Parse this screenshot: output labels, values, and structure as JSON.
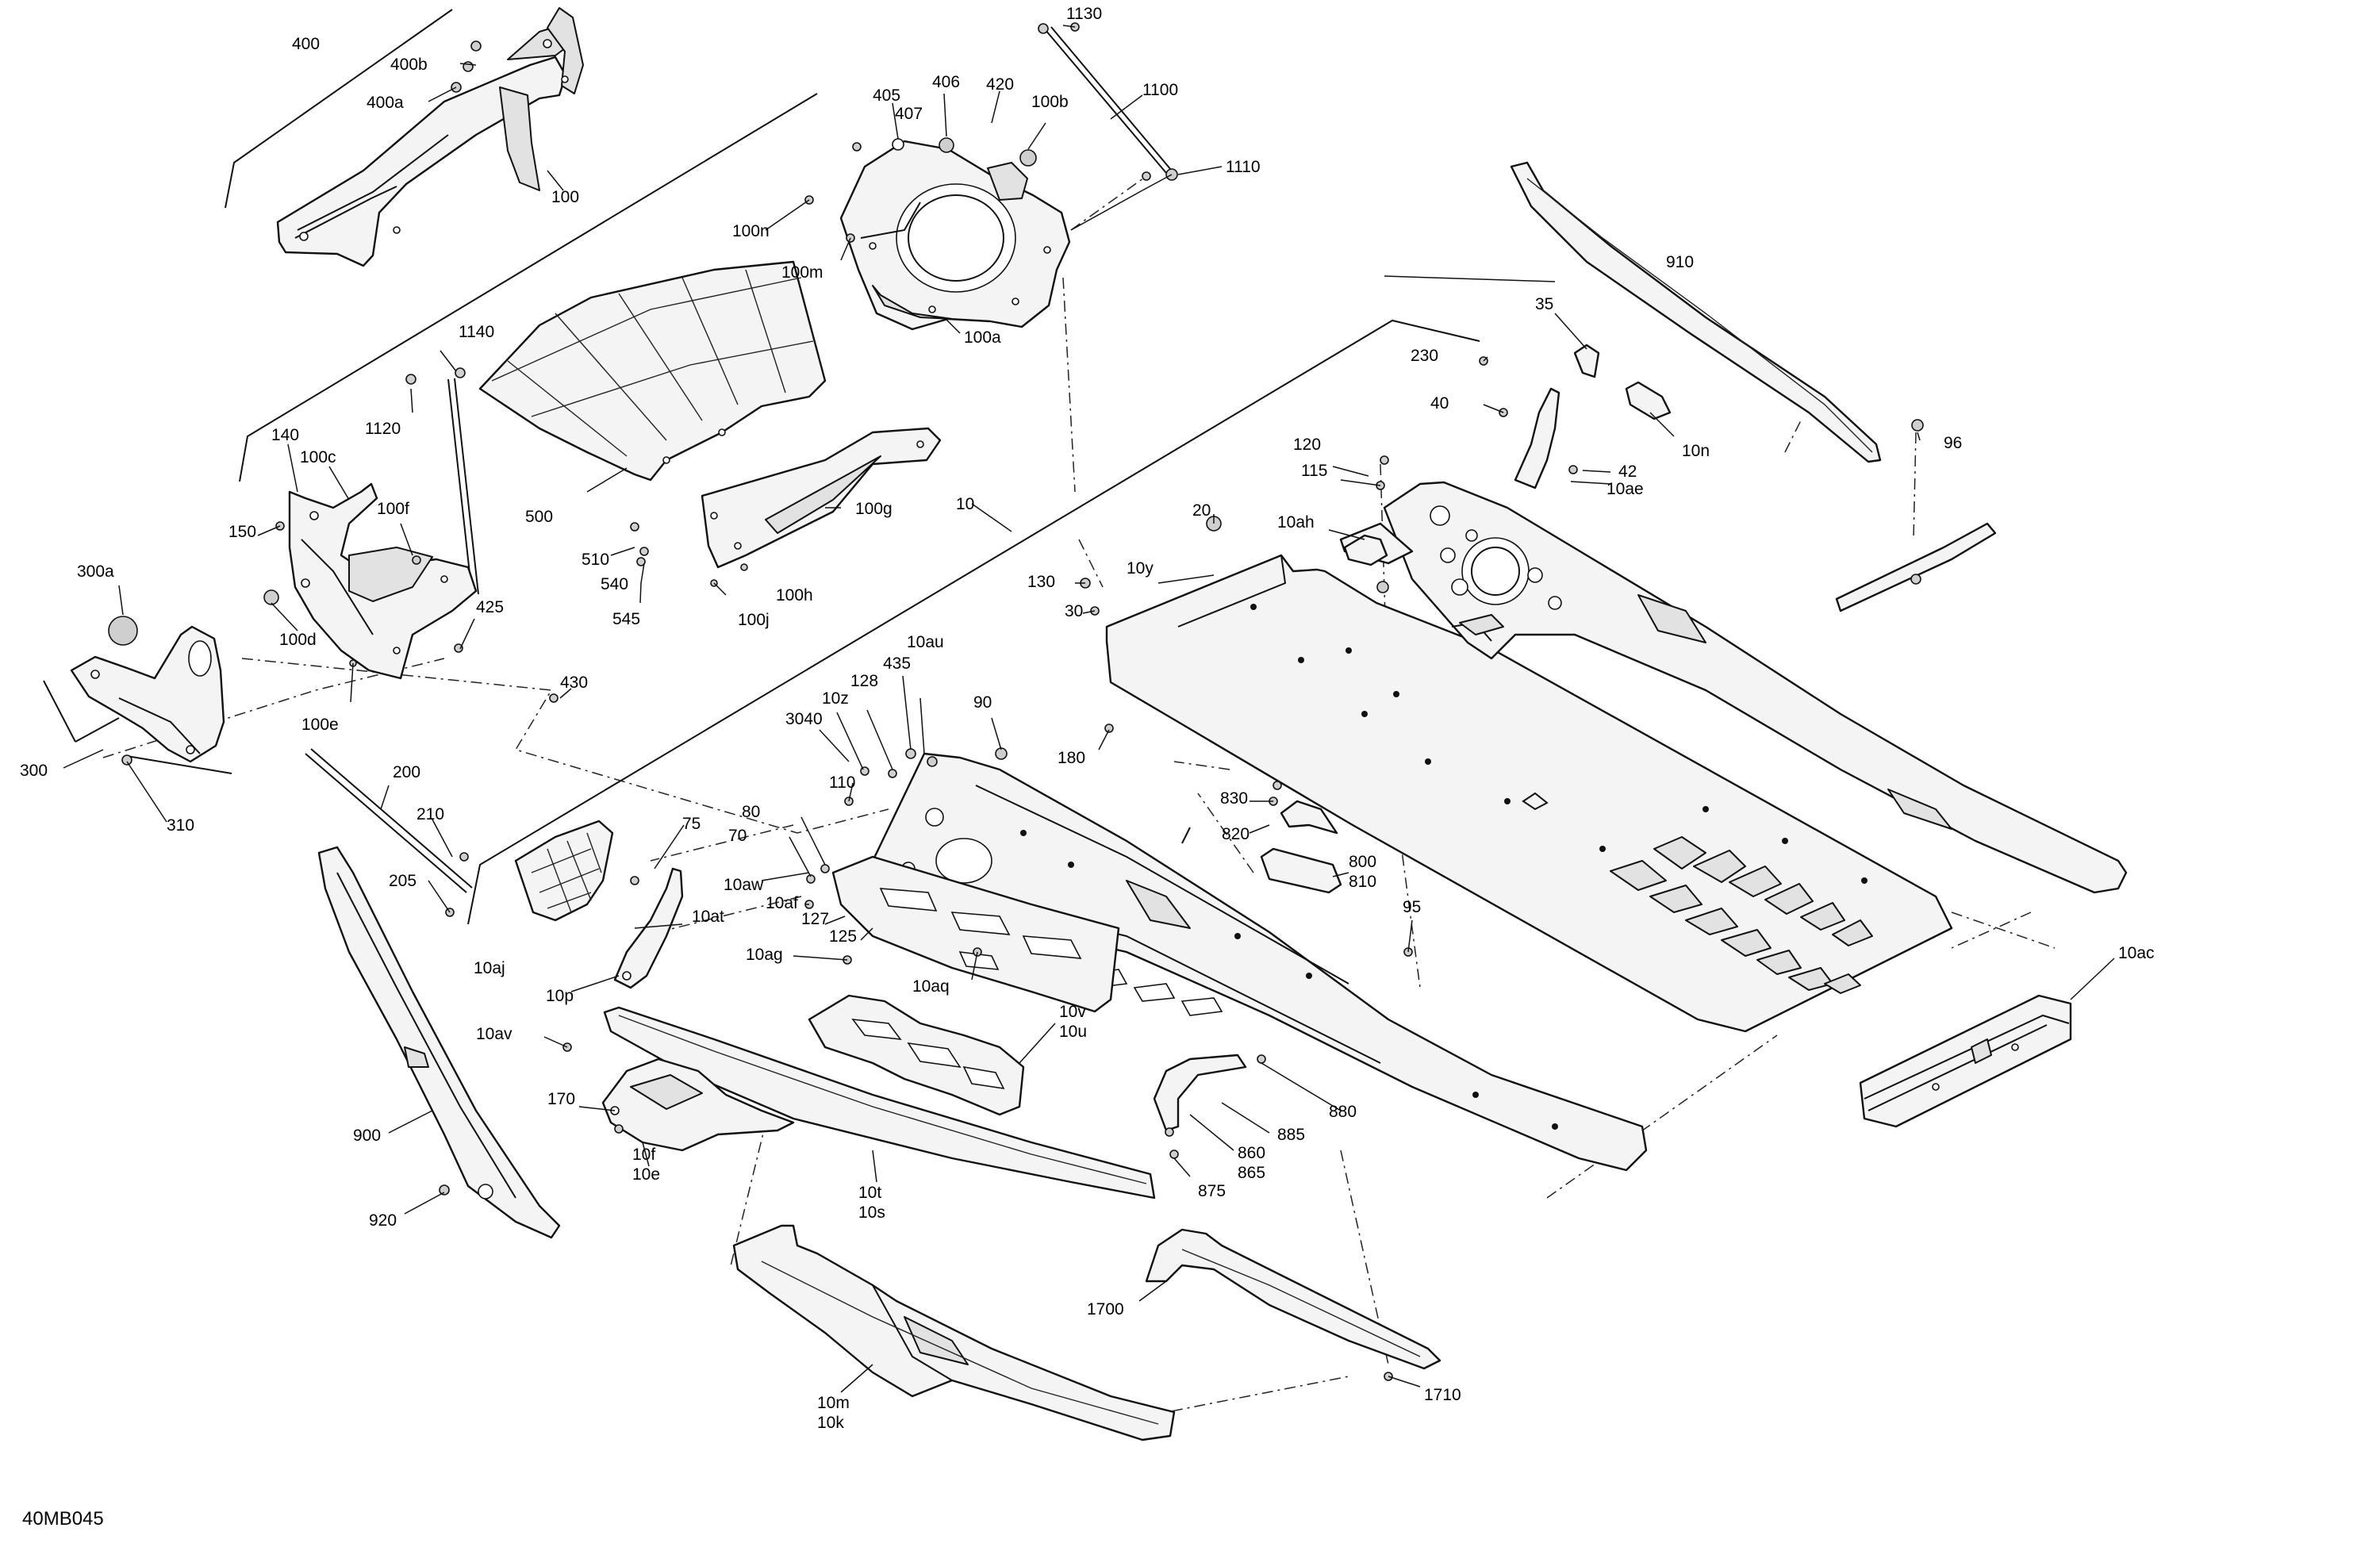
{
  "diagram_code": "40MB045",
  "labels": [
    {
      "id": "l1130",
      "text": "1130"
    },
    {
      "id": "l400",
      "text": "400"
    },
    {
      "id": "l400b",
      "text": "400b"
    },
    {
      "id": "l400a",
      "text": "400a"
    },
    {
      "id": "l1100",
      "text": "1100"
    },
    {
      "id": "l406",
      "text": "406"
    },
    {
      "id": "l420",
      "text": "420"
    },
    {
      "id": "l405",
      "text": "405"
    },
    {
      "id": "l407",
      "text": "407"
    },
    {
      "id": "l100b",
      "text": "100b"
    },
    {
      "id": "l1110",
      "text": "1110"
    },
    {
      "id": "l100",
      "text": "100"
    },
    {
      "id": "l100n",
      "text": "100n"
    },
    {
      "id": "l100m",
      "text": "100m"
    },
    {
      "id": "l100a",
      "text": "100a"
    },
    {
      "id": "l910",
      "text": "910"
    },
    {
      "id": "l35",
      "text": "35"
    },
    {
      "id": "l1140",
      "text": "1140"
    },
    {
      "id": "l230",
      "text": "230"
    },
    {
      "id": "l1120",
      "text": "1120"
    },
    {
      "id": "l40",
      "text": "40"
    },
    {
      "id": "l10n",
      "text": "10n"
    },
    {
      "id": "l96",
      "text": "96"
    },
    {
      "id": "l140",
      "text": "140"
    },
    {
      "id": "l100c",
      "text": "100c"
    },
    {
      "id": "l120",
      "text": "120"
    },
    {
      "id": "l42",
      "text": "42"
    },
    {
      "id": "l115",
      "text": "115"
    },
    {
      "id": "l10ae",
      "text": "10ae"
    },
    {
      "id": "l100f",
      "text": "100f"
    },
    {
      "id": "l500",
      "text": "500"
    },
    {
      "id": "l100g",
      "text": "100g"
    },
    {
      "id": "l20",
      "text": "20"
    },
    {
      "id": "l10ah",
      "text": "10ah"
    },
    {
      "id": "l10",
      "text": "10"
    },
    {
      "id": "l150",
      "text": "150"
    },
    {
      "id": "l510",
      "text": "510"
    },
    {
      "id": "l300a",
      "text": "300a"
    },
    {
      "id": "l540",
      "text": "540"
    },
    {
      "id": "l100h",
      "text": "100h"
    },
    {
      "id": "l130",
      "text": "130"
    },
    {
      "id": "l10y",
      "text": "10y"
    },
    {
      "id": "l100d",
      "text": "100d"
    },
    {
      "id": "l545",
      "text": "545"
    },
    {
      "id": "l425",
      "text": "425"
    },
    {
      "id": "l100j",
      "text": "100j"
    },
    {
      "id": "l30",
      "text": "30"
    },
    {
      "id": "l10au",
      "text": "10au"
    },
    {
      "id": "l435",
      "text": "435"
    },
    {
      "id": "l430",
      "text": "430"
    },
    {
      "id": "l128",
      "text": "128"
    },
    {
      "id": "l10z",
      "text": "10z"
    },
    {
      "id": "l90",
      "text": "90"
    },
    {
      "id": "l100e",
      "text": "100e"
    },
    {
      "id": "l3040",
      "text": "3040"
    },
    {
      "id": "l180",
      "text": "180"
    },
    {
      "id": "l300",
      "text": "300"
    },
    {
      "id": "l200",
      "text": "200"
    },
    {
      "id": "l110",
      "text": "110"
    },
    {
      "id": "l310",
      "text": "310"
    },
    {
      "id": "l830",
      "text": "830"
    },
    {
      "id": "l210",
      "text": "210"
    },
    {
      "id": "l80",
      "text": "80"
    },
    {
      "id": "l820",
      "text": "820"
    },
    {
      "id": "l75",
      "text": "75"
    },
    {
      "id": "l70",
      "text": "70"
    },
    {
      "id": "l205",
      "text": "205"
    },
    {
      "id": "l10aw",
      "text": "10aw"
    },
    {
      "id": "l800",
      "text": "800"
    },
    {
      "id": "l810",
      "text": "810"
    },
    {
      "id": "l10af",
      "text": "10af"
    },
    {
      "id": "l127",
      "text": "127"
    },
    {
      "id": "l10at",
      "text": "10at"
    },
    {
      "id": "l95",
      "text": "95"
    },
    {
      "id": "l125",
      "text": "125"
    },
    {
      "id": "l10ag",
      "text": "10ag"
    },
    {
      "id": "l10aj",
      "text": "10aj"
    },
    {
      "id": "l10ac",
      "text": "10ac"
    },
    {
      "id": "l10aq",
      "text": "10aq"
    },
    {
      "id": "l10p",
      "text": "10p"
    },
    {
      "id": "l10v",
      "text": "10v"
    },
    {
      "id": "l10u",
      "text": "10u"
    },
    {
      "id": "l10av",
      "text": "10av"
    },
    {
      "id": "l880",
      "text": "880"
    },
    {
      "id": "l170",
      "text": "170"
    },
    {
      "id": "l885",
      "text": "885"
    },
    {
      "id": "l900",
      "text": "900"
    },
    {
      "id": "l860",
      "text": "860"
    },
    {
      "id": "l10f",
      "text": "10f"
    },
    {
      "id": "l865",
      "text": "865"
    },
    {
      "id": "l10e",
      "text": "10e"
    },
    {
      "id": "l875",
      "text": "875"
    },
    {
      "id": "l10t",
      "text": "10t"
    },
    {
      "id": "l920",
      "text": "920"
    },
    {
      "id": "l10s",
      "text": "10s"
    },
    {
      "id": "l1700",
      "text": "1700"
    },
    {
      "id": "l1710",
      "text": "1710"
    },
    {
      "id": "l10m",
      "text": "10m"
    },
    {
      "id": "l10k",
      "text": "10k"
    }
  ]
}
